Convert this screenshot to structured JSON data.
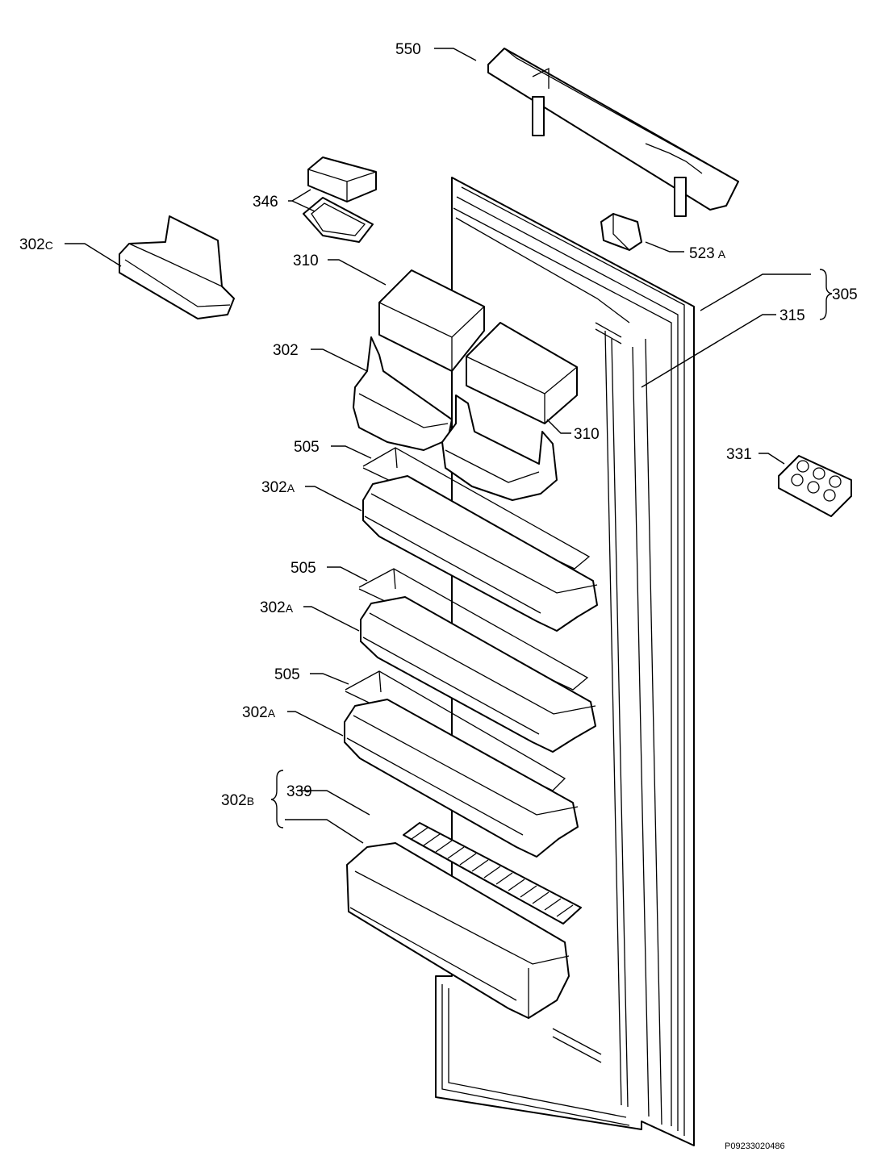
{
  "labels": {
    "l550": {
      "num": "550",
      "sub": ""
    },
    "l346": {
      "num": "346",
      "sub": ""
    },
    "l302c": {
      "num": "302",
      "sub": "C"
    },
    "l523a": {
      "num": "523",
      "sub": "A"
    },
    "l310a": {
      "num": "310",
      "sub": ""
    },
    "l305": {
      "num": "305",
      "sub": ""
    },
    "l315": {
      "num": "315",
      "sub": ""
    },
    "l302": {
      "num": "302",
      "sub": ""
    },
    "l310b": {
      "num": "310",
      "sub": ""
    },
    "l505a": {
      "num": "505",
      "sub": ""
    },
    "l331": {
      "num": "331",
      "sub": ""
    },
    "l302a1": {
      "num": "302",
      "sub": "A"
    },
    "l505b": {
      "num": "505",
      "sub": ""
    },
    "l302a2": {
      "num": "302",
      "sub": "A"
    },
    "l505c": {
      "num": "505",
      "sub": ""
    },
    "l302a3": {
      "num": "302",
      "sub": "A"
    },
    "l302b": {
      "num": "302",
      "sub": "B"
    },
    "l339": {
      "num": "339",
      "sub": ""
    }
  },
  "reference_code": "P09233020486"
}
